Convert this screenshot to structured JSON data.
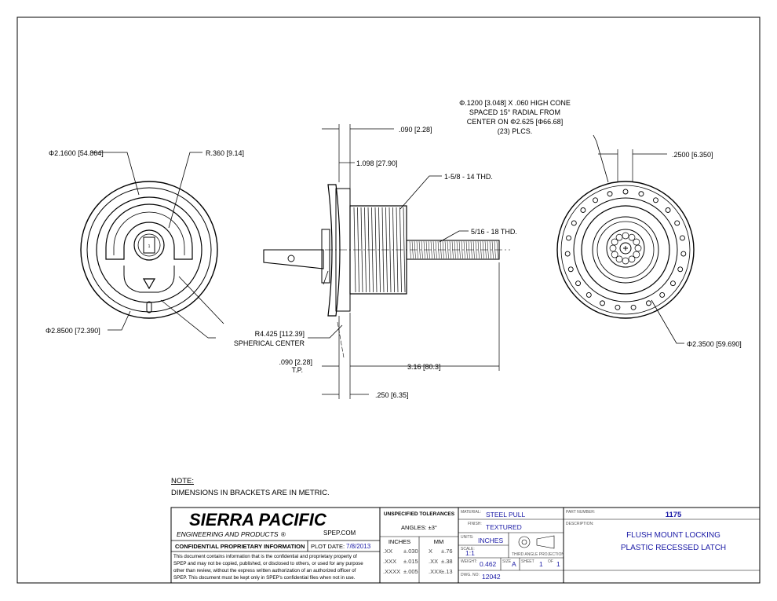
{
  "drawing": {
    "front_view": {
      "dia_inner": "Φ2.1600 [54.864]",
      "radius": "R.360 [9.14]",
      "dia_outer": "Φ2.8500 [72.390]"
    },
    "side_view": {
      "flange_thk": ".090 [2.28]",
      "body_len": "1.098 [27.90]",
      "thread_main": "1-5/8 - 14 THD.",
      "thread_stud": "5/16 - 18 THD.",
      "sphere_r": "R4.425 [112.39]",
      "sphere_center": "SPHERICAL CENTER",
      "tp_dim": ".090 [2.28]",
      "tp_label": "T.P.",
      "overall": "3.16 [80.3]",
      "offset": ".250 [6.35]"
    },
    "rear_view": {
      "cone_note_1": "Φ.1200 [3.048] X .060 HIGH CONE",
      "cone_note_2": "SPACED 15° RADIAL FROM",
      "cone_note_3": "CENTER ON Φ2.625 [Φ66.68]",
      "cone_note_4": "(23) PLCS.",
      "width": ".2500 [6.350]",
      "dia": "Φ2.3500 [59.690]"
    },
    "note_title": "NOTE:",
    "note_text": "DIMENSIONS IN BRACKETS ARE IN METRIC."
  },
  "title_block": {
    "company": "SIERRA PACIFIC",
    "company_sub": "ENGINEERING AND PRODUCTS",
    "registered": "®",
    "website": "SPEP.COM",
    "confidential_label": "CONFIDENTIAL PROPRIETARY INFORMATION",
    "plot_date_label": "PLOT DATE:",
    "plot_date": "7/8/2013",
    "disclaimer": [
      "This document contains information that is the confidential and proprietary property of",
      "SPEP and may not be copied, published, or disclosed to others, or used for any purpose",
      "other than review, without the express written authorization of an authorized officer of",
      "SPEP. This document must be kept only in SPEP's confidential files when not in use."
    ],
    "tolerances": {
      "title": "UNSPECIFIED TOLERANCES",
      "angles": "ANGLES: ±3°",
      "inches": "INCHES",
      "mm": "MM",
      "rows": [
        {
          "in_key": ".XX",
          "in_val": "±.030",
          "mm_key": "X",
          "mm_val": "±.76"
        },
        {
          "in_key": ".XXX",
          "in_val": "±.015",
          "mm_key": ".XX",
          "mm_val": "±.38"
        },
        {
          "in_key": ".XXXX",
          "in_val": "±.005",
          "mm_key": ".XXX",
          "mm_val": "±.13"
        }
      ]
    },
    "material_label": "MATERIAL:",
    "material": "STEEL PULL",
    "finish_label": "FINISH:",
    "finish": "TEXTURED",
    "units_label": "UNITS:",
    "units": "INCHES",
    "scale_label": "SCALE:",
    "scale": "1:1",
    "projection": "THIRD ANGLE PROJECTION",
    "weight_label": "WEIGHT:",
    "weight": "0.462",
    "size_label": "SIZE",
    "size": "A",
    "sheet_label": "SHEET",
    "sheet": "1",
    "of_label": "OF",
    "of": "1",
    "dwg_label": "DWG. NO:",
    "dwg": "12042",
    "part_label": "PART NUMBER:",
    "part": "1175",
    "desc_label": "DESCRIPTION:",
    "desc_1": "FLUSH MOUNT LOCKING",
    "desc_2": "PLASTIC RECESSED LATCH"
  },
  "colors": {
    "line": "#000000",
    "value": "#1a1aa6",
    "label": "#555555"
  }
}
